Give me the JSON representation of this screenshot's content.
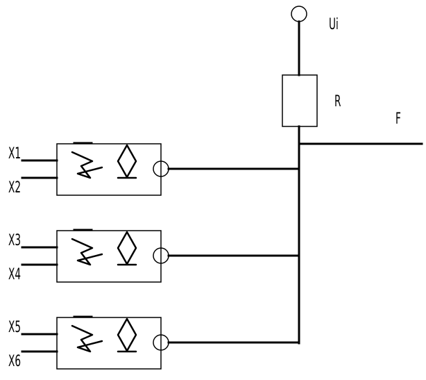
{
  "labels": {
    "supply": "Ui",
    "resistor": "R",
    "output": "F"
  },
  "gates": [
    {
      "input_a": "X1",
      "input_b": "X2"
    },
    {
      "input_a": "X3",
      "input_b": "X4"
    },
    {
      "input_a": "X5",
      "input_b": "X6"
    }
  ],
  "colors": {
    "line": "#000000",
    "background": "#ffffff"
  }
}
